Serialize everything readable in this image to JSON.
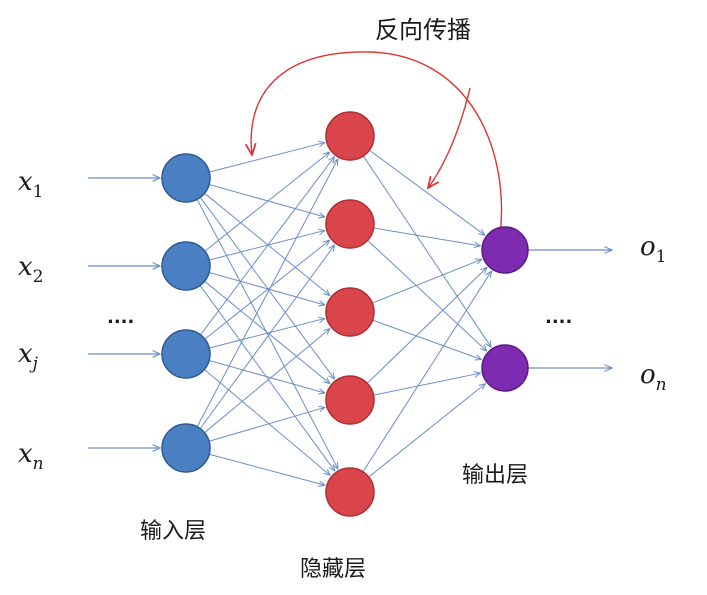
{
  "labels": {
    "backprop": "反向传播",
    "input_layer": "输入层",
    "hidden_layer": "隐藏层",
    "output_layer": "输出层",
    "input_ellipsis": "....",
    "output_ellipsis": "...."
  },
  "inputs": [
    {
      "var": "x",
      "sub": "1"
    },
    {
      "var": "x",
      "sub": "2"
    },
    {
      "var": "x",
      "sub": "j"
    },
    {
      "var": "x",
      "sub": "n"
    }
  ],
  "outputs": [
    {
      "var": "o",
      "sub": "1"
    },
    {
      "var": "o",
      "sub": "n"
    }
  ],
  "colors": {
    "input_node": "#4a7fc1",
    "input_node_stroke": "#2d5a94",
    "hidden_node": "#d9454a",
    "hidden_node_stroke": "#b02f35",
    "output_node": "#7d2bb0",
    "output_node_stroke": "#5b1a86",
    "connection": "#6a8fc8",
    "backprop_arrow": "#dd3333"
  }
}
